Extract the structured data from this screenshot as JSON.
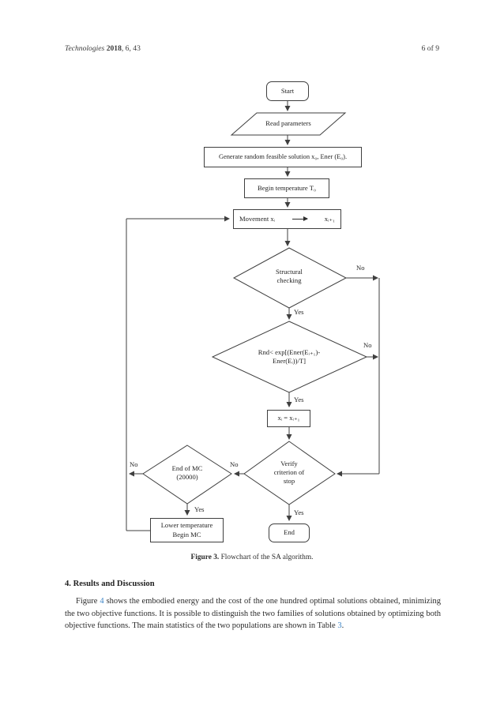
{
  "header": {
    "journal": "Technologies",
    "citation_year": "2018",
    "citation_rest": ", 6, 43",
    "page_indicator": "6 of 9"
  },
  "flowchart": {
    "start": "Start",
    "read_parameters": "Read parameters",
    "generate": "Generate random feasible solution x₀, Ener (E₀).",
    "begin_temperature": "Begin temperature T₀",
    "movement": "Movement xᵢ",
    "movement_next": "xᵢ₊₁",
    "structural_checking": "Structural\nchecking",
    "acceptance": "Rnd< exp[(Ener(Eᵢ₊₁)-\nEner(Eᵢ))/T]",
    "assignment": "xᵢ = xᵢ₊₁",
    "verify": "Verify\ncriterion of\nstop",
    "end_mc": "End of MC\n(20000)",
    "lower_temperature": "Lower temperature\nBegin MC",
    "end": "End",
    "yes": "Yes",
    "no": "No"
  },
  "caption": {
    "label": "Figure 3.",
    "text": " Flowchart of the SA algorithm."
  },
  "section": {
    "heading": "4. Results and Discussion"
  },
  "paragraph": {
    "seg1": "Figure ",
    "link1": "4",
    "seg2": " shows the embodied energy and the cost of the one hundred optimal solutions obtained, minimizing the two objective functions. It is possible to distinguish the two families of solutions obtained by optimizing both objective functions. The main statistics of the two populations are shown in Table ",
    "link2": "3",
    "seg3": "."
  },
  "colors": {
    "link_blue": "#3d85c6",
    "line": "#3f3f3f",
    "text": "#262626"
  }
}
